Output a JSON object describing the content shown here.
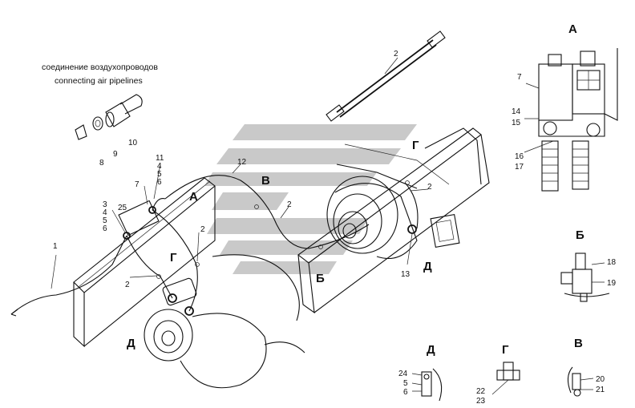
{
  "caption": {
    "ru": "соединение воздухопроводов",
    "en": "connecting air pipelines"
  },
  "views": {
    "a": "А",
    "b": "Б",
    "v": "В",
    "g": "Г",
    "d": "Д",
    "v_main": "В",
    "a_main": "А",
    "g_main": "Г",
    "g_top": "Г",
    "b_main": "Б",
    "d_left": "Д",
    "d_right": "Д"
  },
  "callouts": {
    "n1": "1",
    "n2_top": "2",
    "n2_right": "2",
    "n2_mid": "2",
    "n2_center": "2",
    "n2_left": "2",
    "n3": "3",
    "n4_left": "4",
    "n5_left": "5",
    "n6_left": "6",
    "n25": "25",
    "n7_left": "7",
    "n11": "11",
    "n4_r": "4",
    "n5_r": "5",
    "n6_r": "6",
    "n12": "12",
    "n13": "13",
    "n8": "8",
    "n9": "9",
    "n10": "10",
    "a7": "7",
    "a14": "14",
    "a15": "15",
    "a16": "16",
    "a17": "17",
    "b18": "18",
    "b19": "19",
    "d24": "24",
    "d5": "5",
    "d6": "6",
    "g22": "22",
    "g23": "23",
    "v20": "20",
    "v21": "21"
  }
}
